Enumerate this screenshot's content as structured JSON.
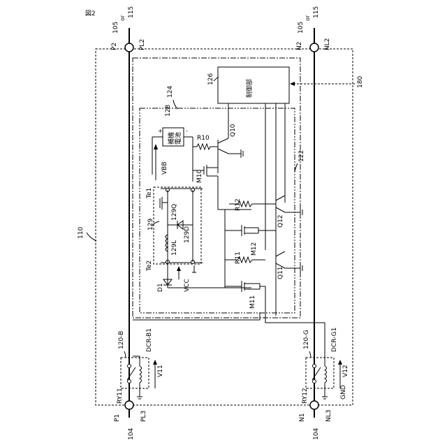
{
  "figure_label": "図2",
  "terminals": {
    "p2": {
      "name": "P2",
      "sub": "PL2",
      "ref": "105",
      "or": "or",
      "ref2": "115"
    },
    "n2": {
      "name": "N2",
      "sub": "NL2",
      "ref": "105",
      "or": "or",
      "ref2": "115"
    },
    "p1": {
      "name": "P1",
      "sub": "PL3",
      "ref": "104"
    },
    "n1": {
      "name": "N1",
      "sub": "NL3",
      "ref": "104"
    }
  },
  "blocks": {
    "outer": "110",
    "b124": "124",
    "b122": "122",
    "b129": "129",
    "b180": "180",
    "controller_ref": "126",
    "controller": "制御部",
    "battery_ref": "128",
    "battery_l1": "補機",
    "battery_l2": "電池",
    "battery_plus": "+",
    "battery_minus": "-"
  },
  "components": {
    "r10": "R10",
    "q10": "Q10",
    "m10": "M10",
    "vbb": "VBB",
    "te1": "Te1",
    "te2": "Te2",
    "q129": "129Q",
    "d129": "129D",
    "l129": "129L",
    "r12": "R12",
    "q12": "Q12",
    "m12": "M12",
    "r11": "R11",
    "q11": "Q11",
    "m11": "M11",
    "d1": "D1",
    "vcc": "VCC"
  },
  "relays": {
    "b": {
      "ref": "120-B",
      "name": "RY11",
      "coil": "DCR-B1",
      "voltage": "V11"
    },
    "g": {
      "ref": "120-G",
      "name": "RY12",
      "coil": "DCR-G1",
      "voltage": "V12",
      "gnd": "GND"
    }
  }
}
